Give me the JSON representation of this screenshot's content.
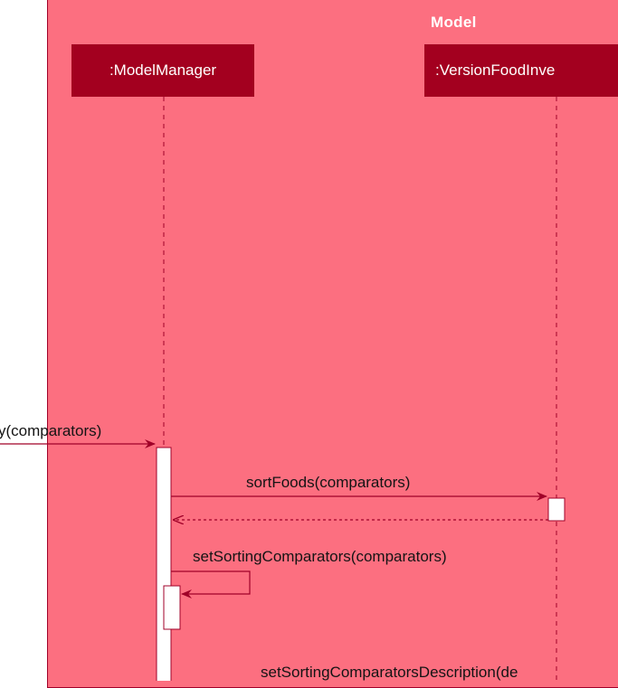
{
  "model_box": {
    "title": "Model"
  },
  "participants": {
    "model_manager": ":ModelManager",
    "version_food_inventory": ":VersionFoodInve"
  },
  "messages": {
    "incoming": "y(comparators)",
    "sort_foods": "sortFoods(comparators)",
    "set_sorting_comparators": "setSortingComparators(comparators)",
    "set_sorting_description": "setSortingComparatorsDescription(de"
  },
  "colors": {
    "box_fill": "#fc6f80",
    "participant_fill": "#a3001f",
    "arrow": "#a00028"
  }
}
